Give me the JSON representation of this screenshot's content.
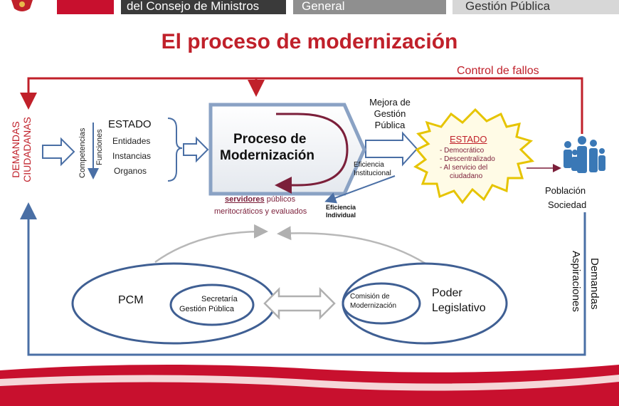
{
  "header": {
    "institution": "del Consejo de Ministros",
    "section": "General",
    "unit": "Gestión Pública"
  },
  "title": "El proceso de modernización",
  "diagram": {
    "control_label": "Control de fallos",
    "demandas_ciudadanas": [
      "DEMANDAS",
      "CIUDADANAS"
    ],
    "competencias": "Competencias",
    "funciones": "Funciones",
    "estado_title": "ESTADO",
    "estado_items": [
      "Entidades",
      "Instancias",
      "Organos"
    ],
    "proceso_line1": "Proceso de",
    "proceso_line2": "Modernización",
    "servidores": "servidores",
    "servidores_rest": " públicos",
    "meritocraticos": "meritocráticos y evaluados",
    "mejora_lines": [
      "Mejora de",
      "Gestión",
      "Pública"
    ],
    "eficiencia_inst": [
      "Eficiencia",
      "Institucional"
    ],
    "eficiencia_ind": [
      "Eficiencia",
      "Individual"
    ],
    "estado_ideal_title": "ESTADO",
    "estado_ideal_items": [
      "- Democrático",
      "- Descentralizado",
      "- Al servicio del",
      "ciudadano"
    ],
    "poblacion": "Población",
    "sociedad": "Sociedad",
    "demandas": "Demandas",
    "aspiraciones": "Aspiraciones",
    "pcm": "PCM",
    "secretaria": "Secretaría",
    "gestion_publica": "Gestión Pública",
    "comision": "Comisión de",
    "modernizacion": "Modernización",
    "poder": "Poder",
    "legislativo": "Legislativo"
  },
  "colors": {
    "brand_red": "#c0202a",
    "feedback_blue": "#4a6fa5",
    "burgundy": "#7b1f3a",
    "ellipse_blue": "#3f5f93"
  }
}
